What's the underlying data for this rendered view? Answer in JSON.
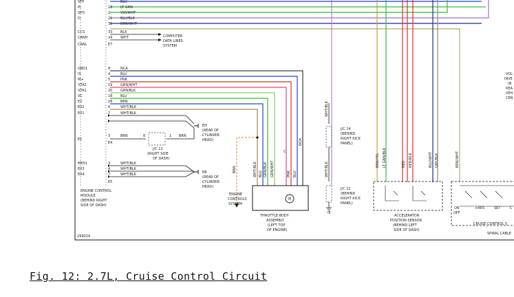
{
  "caption": "Fig. 12: 2.7L, Cruise Control Circuit",
  "diagram_id": "299024",
  "ecm": {
    "name_lines": [
      "ENGINE CONTROL",
      "MODULE",
      "(BEHIND RIGHT",
      "SIDE OF DASH)"
    ],
    "top_pins": [
      {
        "signal": "STP",
        "pin": "",
        "wire": "BLU"
      },
      {
        "signal": "PI",
        "pin": "18",
        "wire": "LT GRN"
      },
      {
        "signal": "SPD",
        "pin": "2",
        "wire": "VIO/WHT"
      },
      {
        "signal": "D",
        "pin": "21",
        "wire": "BLU/BLK"
      },
      {
        "signal": "",
        "pin": "31",
        "wire": "BRN/WHT"
      },
      {
        "signal": "CCS",
        "pin": "33",
        "wire": "BLK"
      },
      {
        "signal": "CANH",
        "pin": "24",
        "wire": "WHT"
      },
      {
        "signal": "CANL",
        "pin": "E7",
        "wire": ""
      }
    ],
    "mid_pins": [
      {
        "signal": "GBD1",
        "pin": "8",
        "wire": "NCA"
      },
      {
        "signal": "IS",
        "pin": "4",
        "wire": "BLU"
      },
      {
        "signal": "M+",
        "pin": "5",
        "wire": "PNK"
      },
      {
        "signal": "VTA2",
        "pin": "19",
        "wire": "GRN/WHT"
      },
      {
        "signal": "VTA1",
        "pin": "20",
        "wire": "GRN/BLK"
      },
      {
        "signal": "VC",
        "pin": "18",
        "wire": "BLU"
      },
      {
        "signal": "E2",
        "pin": "28",
        "wire": "BRN"
      },
      {
        "signal": "E02",
        "pin": "6",
        "wire": "WHT/BLK"
      },
      {
        "signal": "E01",
        "pin": "7",
        "wire": "WHT/BLK"
      }
    ],
    "e1": {
      "signal": "E1",
      "pin": "3",
      "wire": "BRN",
      "conn": "E4"
    },
    "bottom_pins": [
      {
        "signal": "ME01",
        "pin": "3",
        "wire": "WHT/BLK"
      },
      {
        "signal": "E03",
        "pin": "4",
        "wire": "WHT/BLK"
      },
      {
        "signal": "E04",
        "pin": "7",
        "wire": "WHT/BLK"
      },
      {
        "signal": "",
        "pin": "E5",
        "wire": ""
      }
    ]
  },
  "computer_data_lines": [
    "COMPUTER",
    "DATA LINES",
    "SYSTEM"
  ],
  "ground_eh": {
    "id": "EH",
    "lines": [
      "(REAR OF",
      "CYLINDER",
      "HEAD)"
    ]
  },
  "ground_eb": {
    "id": "EB",
    "lines": [
      "(REAR OF",
      "CYLINDER",
      "HEAD)"
    ]
  },
  "jc13_dash": {
    "id": "J/C 13",
    "lines": [
      "(RIGHT SIDE",
      "OF DASH)"
    ],
    "pin_left": "8",
    "pin_right": "1",
    "wire_right": "BRN"
  },
  "engine_controls": {
    "wire": "BRN",
    "lines": [
      "ENGINE",
      "CONTROLS",
      "SYSTEM"
    ]
  },
  "throttle_body": {
    "lines": [
      "THROTTLE BODY",
      "ASSEMBLY",
      "(LEFT TOP",
      "OF ENGINE)"
    ],
    "motor_symbol": "M",
    "wires": [
      "WHT/BLK",
      "BLU",
      "GRN/BLK",
      "GRN/WHT",
      "PNK",
      "BLU",
      "NCA"
    ],
    "conn_label": "C"
  },
  "jc14": {
    "id": "J/C 14",
    "lines": [
      "(BEHIND",
      "RIGHT KICK",
      "PANEL)"
    ],
    "wire": "WHT/BLK"
  },
  "jc12": {
    "id": "J/C 12",
    "lines": [
      "(BEHIND",
      "RIGHT KICK",
      "PANEL)"
    ],
    "wire": "WHT/BLK",
    "ground": "IE"
  },
  "accel_sensor": {
    "lines": [
      "ACCELERATOR",
      "POSITION SENSOR",
      "(BEHIND LEFT",
      "SIDE OF DASH)"
    ],
    "wires": [
      "BRN/YEL",
      "LT GRN/BLK",
      "RED",
      "RED/BLK",
      "BLU/WHT",
      "GRY/BLK"
    ]
  },
  "cruise_switch": {
    "lines": [
      "CRUISE CONTROL S",
      "SPIRAL CABLE"
    ],
    "wire": "BRN/WHT",
    "labels": [
      "ON",
      "OFF",
      "+RES",
      "SET",
      "C"
    ]
  },
  "right_fragment": [
    "VOL",
    "INVE",
    "(B",
    "REA",
    "VEH",
    "CEN"
  ],
  "colors": {
    "red": "#d8302a",
    "pink": "#e0457a",
    "blue": "#2840c8",
    "green": "#38b838",
    "light_green": "#86c95a",
    "brown": "#a88a4a",
    "tan": "#b8a878",
    "gray": "#8a8a8a",
    "violet": "#a06cc8",
    "dark_blue": "#1a2a90",
    "black": "#111111",
    "orange_dash": "#d88a20"
  }
}
